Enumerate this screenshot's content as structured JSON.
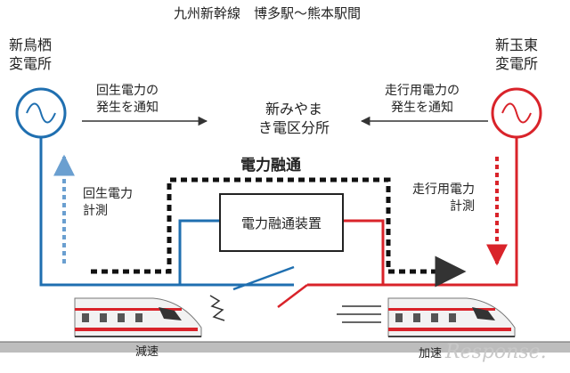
{
  "title": "九州新幹線　博多駅～熊本駅間",
  "left_substation": "新鳥栖\n変電所",
  "right_substation": "新玉東\n変電所",
  "left_notice": "回生電力の\n発生を通知",
  "right_notice": "走行用電力の\n発生を通知",
  "center_station": "新みやま\nき電区分所",
  "power_exchange_title": "電力融通",
  "device_label": "電力融通装置",
  "left_measure": "回生電力\n計測",
  "right_measure": "走行用電力\n計測",
  "left_train_state": "減速",
  "right_train_state": "加速",
  "watermark": "Response.",
  "colors": {
    "left_line": "#1f6fb0",
    "right_line": "#d9232a",
    "power_exchange": "#111111",
    "ground": "#bdbdbd"
  },
  "icons": [
    "ac-generator-icon",
    "ac-generator-icon",
    "train-icon",
    "train-icon",
    "spark-icon",
    "speed-lines-icon"
  ]
}
